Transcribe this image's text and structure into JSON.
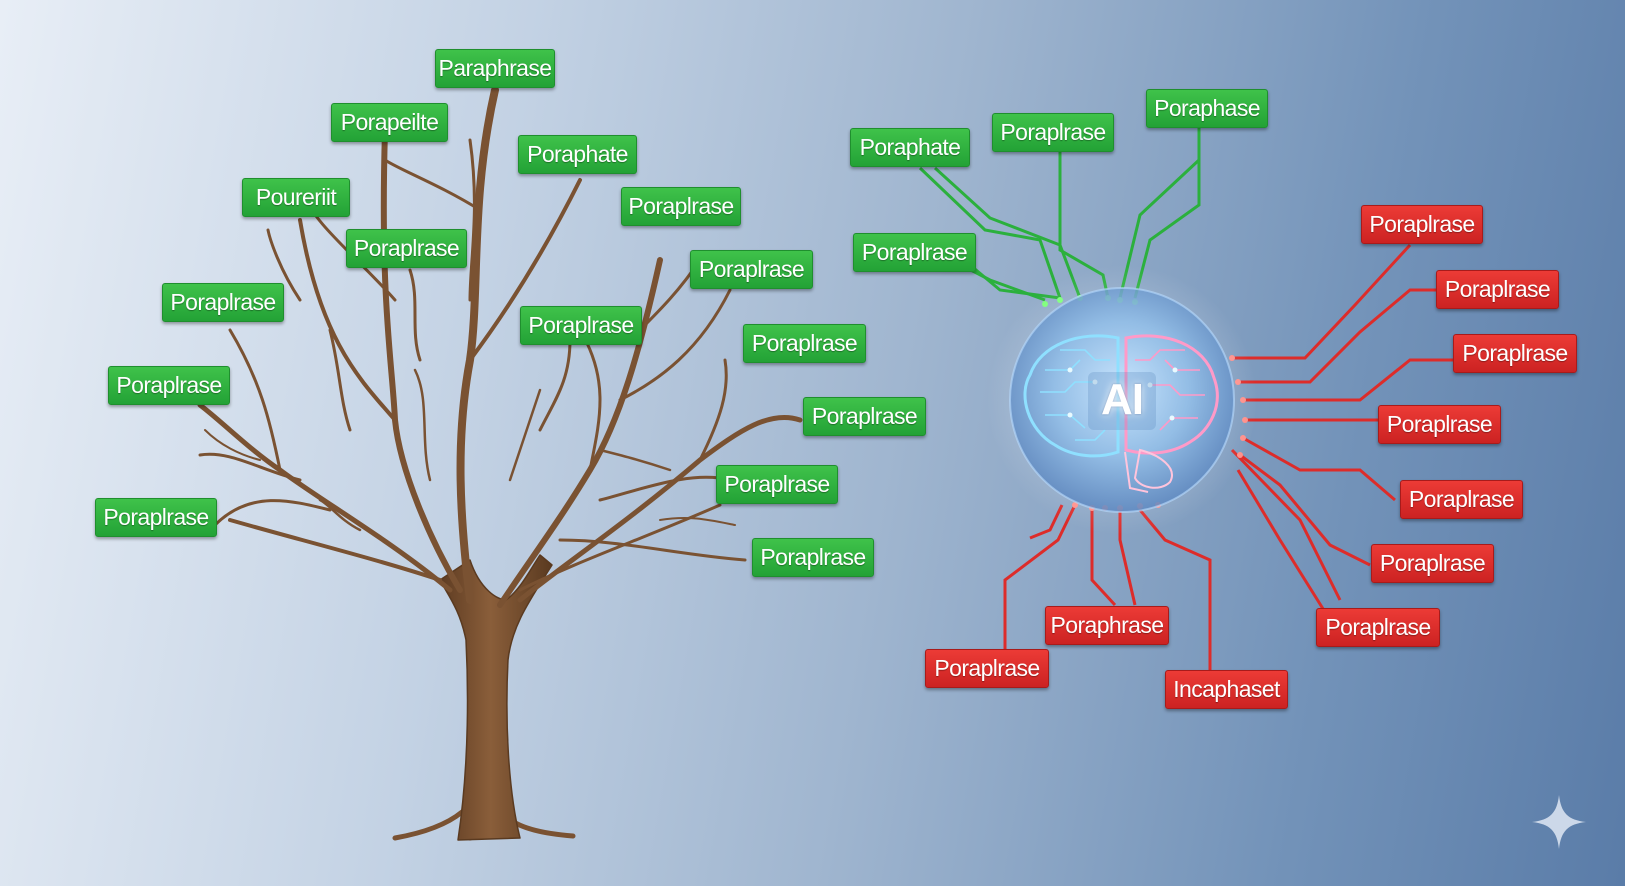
{
  "ai_label": "AI",
  "colors": {
    "positive": "#2bb03d",
    "negative": "#dd2c2a",
    "trunk": "#7a5232",
    "brain_blue": "#8fe0ff",
    "brain_pink": "#ff9ac8"
  },
  "tree_labels": [
    "Paraphrase",
    "Porapeilte",
    "Poraphate",
    "Poureriit",
    "Poraplrase",
    "Poraplrase",
    "Poraplrase",
    "Poraplrase",
    "Poraplrase",
    "Poraplrase",
    "Poraplrase",
    "Poraplrase",
    "Poraplrase",
    "Poraplrase"
  ],
  "ai_green_labels": [
    "Poraphate",
    "Poraplrase",
    "Poraphase",
    "Poraplrase"
  ],
  "ai_red_labels": [
    "Poraplrase",
    "Poraplrase",
    "Poraplrase",
    "Poraplrase",
    "Poraplrase",
    "Poraplrase",
    "Poraplrase",
    "Poraphrase",
    "Poraplrase",
    "Incaphaset"
  ],
  "icons": [
    "tree-illustration",
    "brain-circuit-icon",
    "sparkle-icon"
  ]
}
